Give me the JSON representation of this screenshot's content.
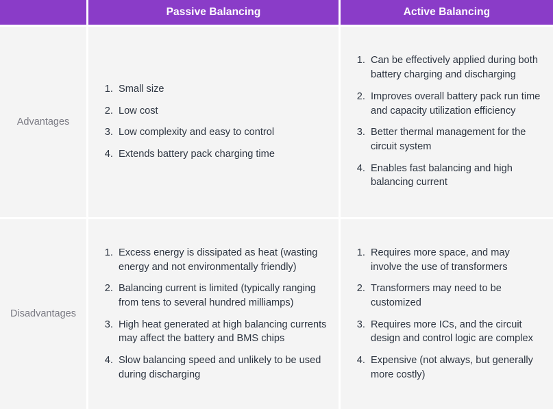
{
  "table": {
    "headers": [
      {
        "label": "",
        "name": "corner-blank"
      },
      {
        "label": "Passive Balancing",
        "name": "header-passive-balancing"
      },
      {
        "label": "Active Balancing",
        "name": "header-active-balancing"
      }
    ],
    "rows": [
      {
        "label": "Advantages",
        "passive": [
          "Small size",
          "Low cost",
          "Low complexity and easy to control",
          "Extends battery pack charging time"
        ],
        "active": [
          "Can be effectively applied during both battery charging and discharging",
          "Improves overall battery pack run time and capacity utilization efficiency",
          "Better thermal management for the circuit system",
          "Enables fast balancing and high balancing current"
        ]
      },
      {
        "label": "Disadvantages",
        "passive": [
          "Excess energy is dissipated as heat (wasting energy and not environmentally friendly)",
          "Balancing current is limited (typically ranging from tens to several hundred milliamps)",
          "High heat generated at high balancing currents may affect the battery and BMS chips",
          "Slow balancing speed and unlikely to be used during discharging"
        ],
        "active": [
          "Requires more space, and may involve the use of transformers",
          "Transformers may need to be customized",
          "Requires more ICs, and the circuit design and control logic are complex",
          "Expensive (not always, but generally more costly)"
        ]
      }
    ]
  },
  "colors": {
    "header_purple": "#8a3cc8",
    "cell_background": "#f4f4f4",
    "body_text": "#2d3541",
    "row_label_text": "#7b7b84",
    "divider": "#ffffff"
  }
}
